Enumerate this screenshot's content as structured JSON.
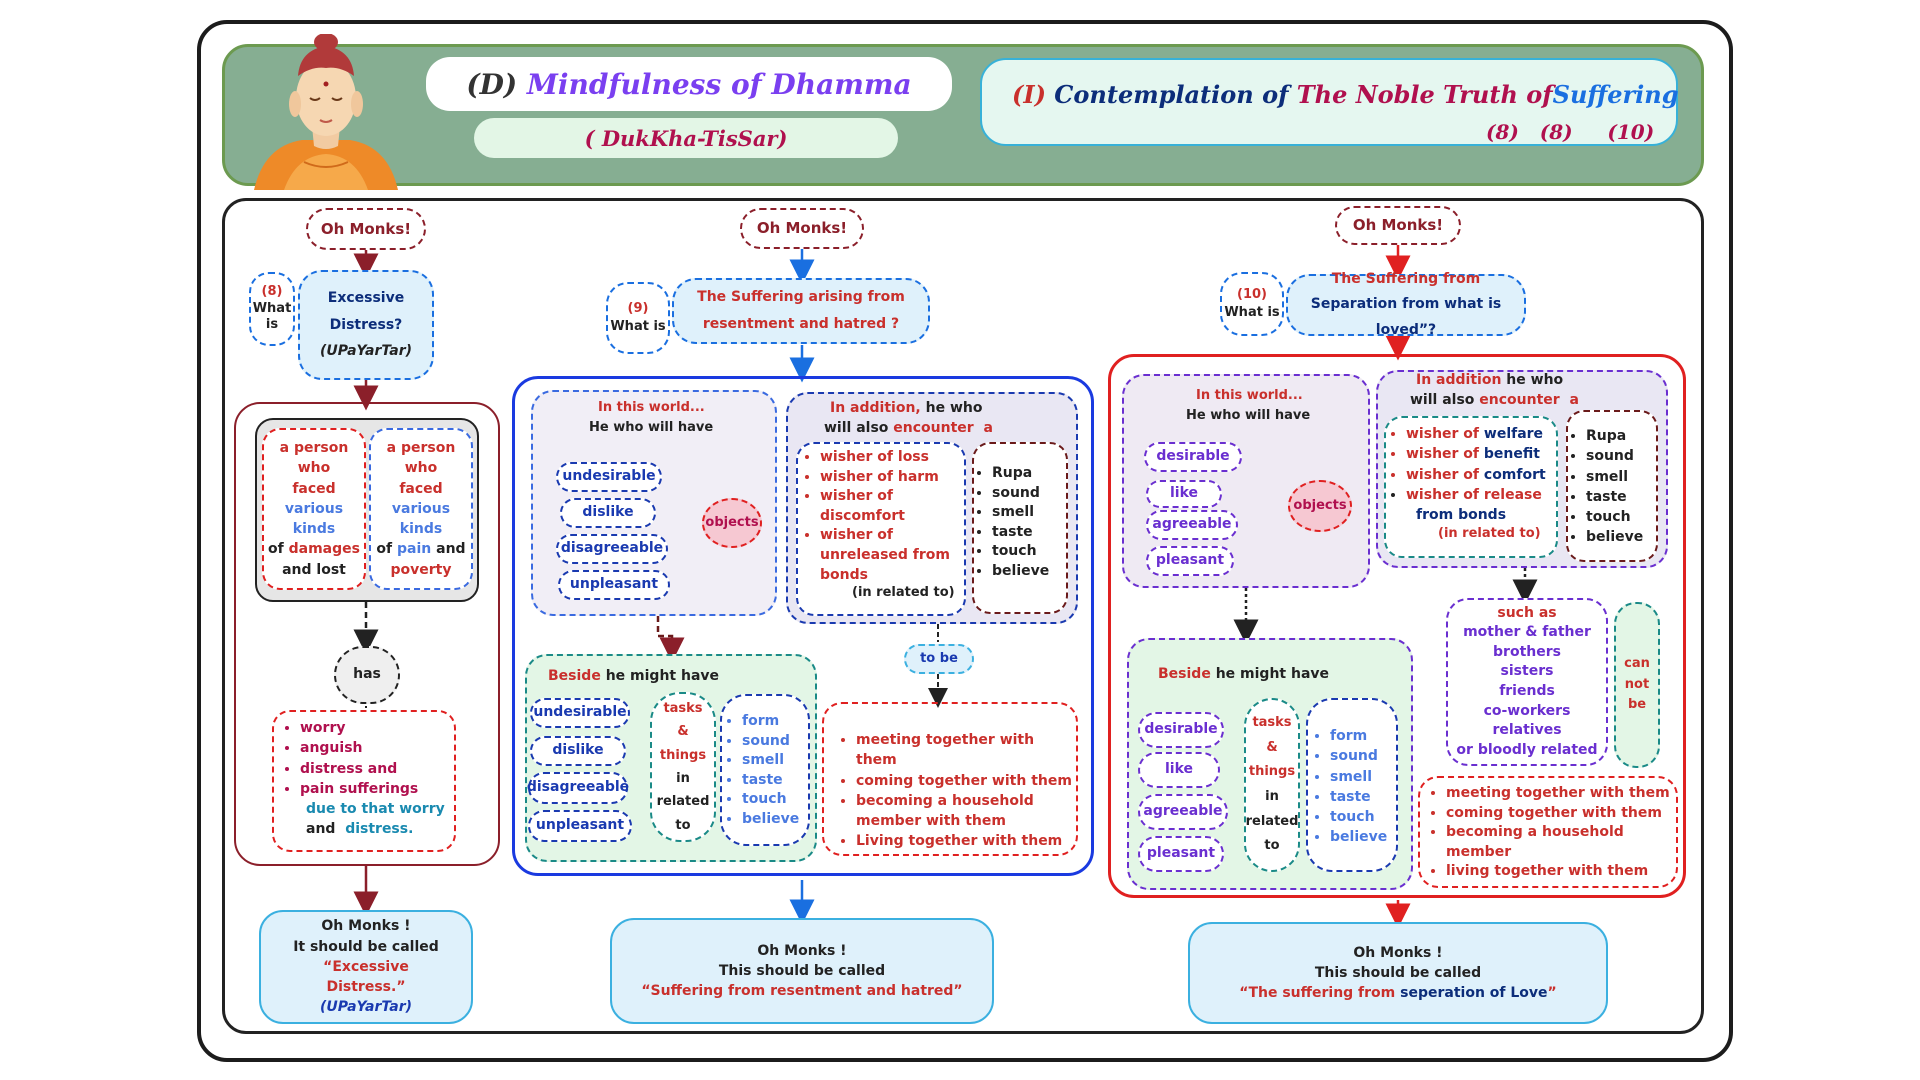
{
  "header": {
    "main_title_prefix": "(D)",
    "main_title": "Mindfulness of Dhamma",
    "sub_title": "( DukKha-TisSar)",
    "right_prefix": "(I)",
    "right_contemplation": "Contemplation of",
    "right_noble": "The Noble Truth of",
    "right_suffering": "Suffering",
    "right_nums": [
      "(8)",
      "(8)",
      "(10)"
    ]
  },
  "col1": {
    "oh_monks": "Oh Monks!",
    "num": "(8)",
    "what": "What",
    "is": "is",
    "q_line1": "Excessive",
    "q_line2": "Distress?",
    "q_line3": "(UPaYarTar)",
    "p1": {
      "l1": "a person who",
      "l2": "faced",
      "l3": "various kinds",
      "l4a": "of",
      "l4b": "damages",
      "l5": "and lost"
    },
    "p2": {
      "l1": "a person who",
      "l2": "faced",
      "l3": "various kinds",
      "l4a": "of",
      "l4b": "pain",
      "l4c": "and",
      "l5": "poverty"
    },
    "has": "has",
    "items": [
      "worry",
      "anguish",
      "distress and",
      "pain sufferings"
    ],
    "due": {
      "a": "due to",
      "b": "that",
      "c": "worry"
    },
    "and_distress": {
      "a": "and",
      "b": "distress."
    },
    "final": {
      "l1": "Oh Monks !",
      "l2a": "It should be called",
      "l2b": "“Excessive",
      "l3": "Distress.”",
      "l4": "(UPaYarTar)"
    }
  },
  "col2": {
    "oh_monks": "Oh Monks!",
    "num": "(9)",
    "what_is": "What is",
    "q_line1": "The Suffering arising from",
    "q_line2": "resentment and hatred ?",
    "world_title": "In this world...",
    "world_sub": "He who  will have",
    "likes": [
      "undesirable",
      "dislike",
      "disagreeable",
      "unpleasant"
    ],
    "objects": "objects",
    "add_a": "In addition,",
    "add_b": "he who",
    "add_c": "will also",
    "add_d": "encounter",
    "add_e": "a",
    "wishers": [
      "wisher of loss",
      "wisher of harm",
      "wisher of",
      "discomfort",
      "wisher of",
      "unreleased from",
      "bonds"
    ],
    "in_related": "(in related to)",
    "senses": [
      "Rupa",
      "sound",
      "smell",
      "taste",
      "touch",
      "believe"
    ],
    "to_be": "to be",
    "beside_a": "Beside",
    "beside_b": "he  might have",
    "likes2": [
      "undesirable",
      "dislike",
      "disagreeable",
      "unpleasant"
    ],
    "tasks": [
      "tasks",
      "& things",
      "in",
      "related",
      "to"
    ],
    "senses2": [
      "form",
      "sound",
      "smell",
      "taste",
      "touch",
      "believe"
    ],
    "meet": [
      "meeting together with them",
      "coming together with them",
      "becoming a household",
      "member with them",
      "Living together with them"
    ],
    "final": {
      "l1": "Oh Monks !",
      "l2": "This should be called",
      "l3": "“Suffering from resentment and hatred”"
    }
  },
  "col3": {
    "oh_monks": "Oh Monks!",
    "num": "(10)",
    "what_is": "What is",
    "q_line1": "The Suffering from",
    "q_line2": "Separation  from what is loved”?",
    "world_title": "In this world...",
    "world_sub": "He who  will have",
    "likes": [
      "desirable",
      "like",
      "agreeable",
      "pleasant"
    ],
    "objects": "objects",
    "add_a": "In addition",
    "add_b": "he who",
    "add_c": "will also",
    "add_d": "encounter",
    "add_e": "a",
    "wishers": [
      {
        "a": "wisher of",
        "b": "welfare"
      },
      {
        "a": "wisher of",
        "b": "benefit"
      },
      {
        "a": "wisher of",
        "b": "comfort"
      },
      {
        "a": "wisher of",
        "b": "release"
      }
    ],
    "from_bonds": "from bonds",
    "in_related": "(in related to)",
    "senses": [
      "Rupa",
      "sound",
      "smell",
      "taste",
      "touch",
      "believe"
    ],
    "such_as": [
      "such as",
      "mother & father",
      "brothers",
      "sisters",
      "friends",
      "co-workers",
      "relatives",
      "or bloodly related"
    ],
    "cannot": [
      "can",
      "not",
      "be"
    ],
    "beside_a": "Beside",
    "beside_b": "he  might have",
    "likes2": [
      "desirable",
      "like",
      "agreeable",
      "pleasant"
    ],
    "tasks": [
      "tasks &",
      "things",
      "in",
      "related",
      "to"
    ],
    "senses2": [
      "form",
      "sound",
      "smell",
      "taste",
      "touch",
      "believe"
    ],
    "meet": [
      "meeting together with them",
      "coming together with them",
      "becoming a household",
      "member",
      "living together with them"
    ],
    "final": {
      "l1": "Oh Monks !",
      "l2": "This should be called",
      "l3a": "“The suffering from",
      "l3b": "seperation of Love",
      "l3c": "”"
    }
  },
  "colors": {
    "red": "#c9302c",
    "navy": "#0c2d7a",
    "blue": "#1a6fe0",
    "magenta": "#b0104e",
    "purple": "#6a2fd0",
    "teal": "#1a8a87",
    "header_green": "#86ae92",
    "light_blue_fill": "#dff1fb"
  }
}
